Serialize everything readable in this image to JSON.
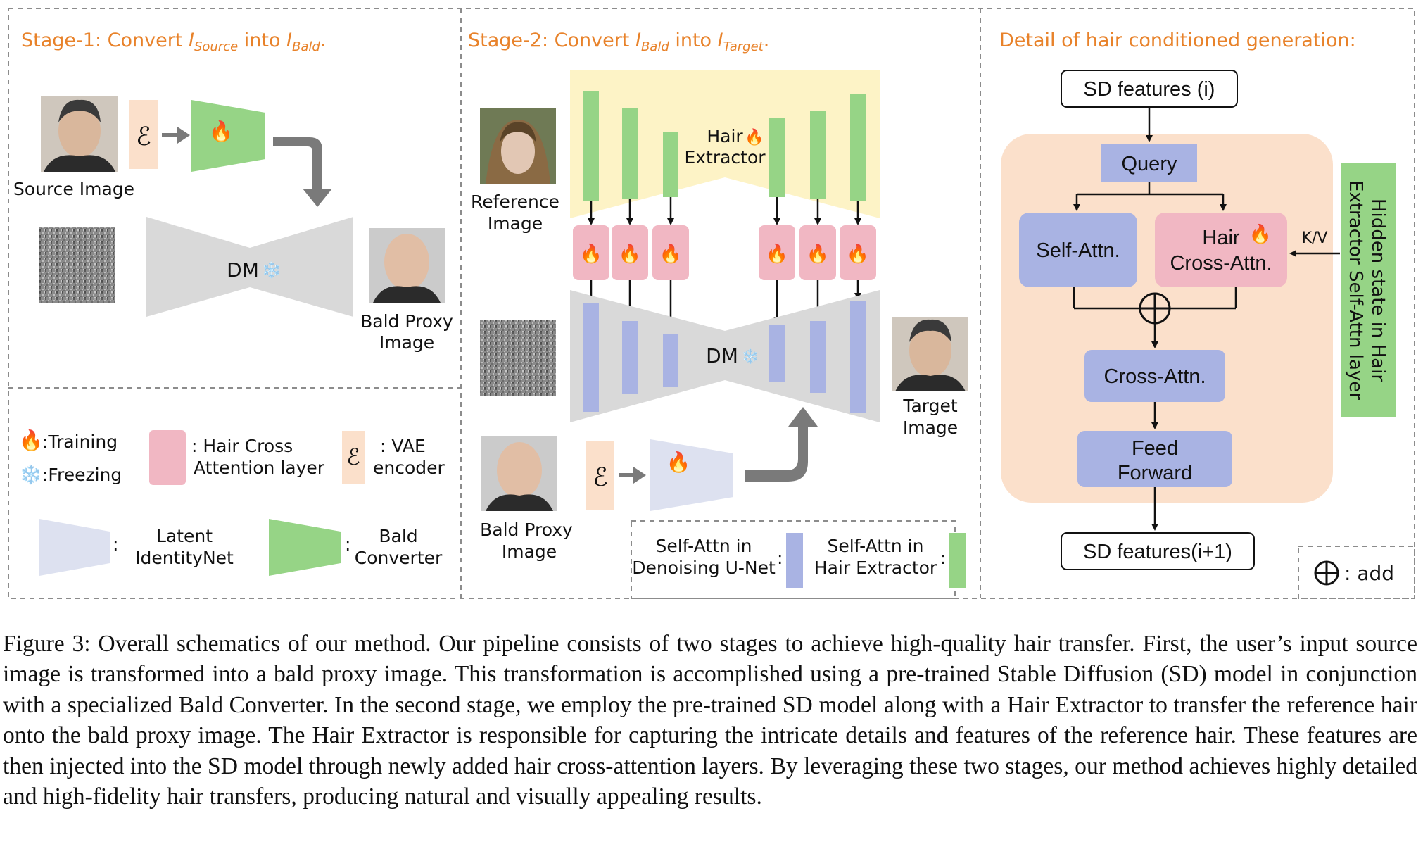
{
  "stage1": {
    "title_prefix": "Stage-1: Convert ",
    "title_i1": "I",
    "title_s1": "Source",
    "title_mid": " into ",
    "title_i2": "I",
    "title_s2": "Bald",
    "title_end": ".",
    "source_label": "Source Image",
    "dm_label": "DM",
    "bald_label_1": "Bald Proxy",
    "bald_label_2": "Image"
  },
  "legend": {
    "training": ":Training",
    "freezing": ":Freezing",
    "hca_1": ": Hair Cross",
    "hca_2": "Attention layer",
    "vae_1": ": VAE",
    "vae_2": "encoder",
    "latent_1": "Latent",
    "latent_2": "IdentityNet",
    "bald_conv_1": "Bald",
    "bald_conv_2": "Converter",
    "colon": ":"
  },
  "stage2": {
    "title_prefix": "Stage-2: Convert ",
    "title_i1": "I",
    "title_s1": "Bald",
    "title_mid": " into ",
    "title_i2": "I",
    "title_s2": "Target",
    "title_end": ".",
    "reference_1": "Reference",
    "reference_2": "Image",
    "hair_extractor_1": "Hair",
    "hair_extractor_2": "Extractor",
    "dm_label": "DM",
    "target_1": "Target",
    "target_2": "Image",
    "bald_1": "Bald Proxy",
    "bald_2": "Image",
    "self_attn_unet_1": "Self-Attn in",
    "self_attn_unet_2": "Denoising U-Net",
    "self_attn_hair_1": "Self-Attn in",
    "self_attn_hair_2": "Hair Extractor",
    "colon": ":"
  },
  "detail": {
    "title": "Detail of hair conditioned generation:",
    "sd_in": "SD features (i)",
    "query": "Query",
    "self_attn": "Self-Attn.",
    "hair_ca_1": "Hair",
    "hair_ca_2": "Cross-Attn.",
    "kv": "K/V",
    "hidden_1": "Hidden state in Hair",
    "hidden_2": "Extractor Self-Attn layer",
    "cross_attn": "Cross-Attn.",
    "ff_1": "Feed",
    "ff_2": "Forward",
    "sd_out": "SD features(i+1)",
    "add": ": add"
  },
  "symbols": {
    "vae_glyph": "ℰ",
    "fire": "🔥",
    "snow": "❄️"
  },
  "colors": {
    "orange_title": "#e8822a",
    "green": "#96d486",
    "pink": "#f1b7c3",
    "lavender": "#a9b3e3",
    "peach": "#fbe0cb",
    "grey": "#d9d9d9",
    "latent": "#dde1f0",
    "yellow": "#fdf3c6"
  },
  "caption": "Figure 3: Overall schematics of our method. Our pipeline consists of two stages to achieve high-quality hair transfer. First, the user’s input source image is transformed into a bald proxy image. This transformation is accomplished using a pre-trained Stable Diffusion (SD) model in conjunction with a specialized Bald Converter. In the second stage, we employ the pre-trained SD model along with a Hair Extractor to transfer the reference hair onto the bald proxy image. The Hair Extractor is responsible for capturing the intricate details and features of the reference hair. These features are then injected into the SD model through newly added hair cross-attention layers. By leveraging these two stages, our method achieves highly detailed and high-fidelity hair transfers, producing natural and visually appealing results."
}
